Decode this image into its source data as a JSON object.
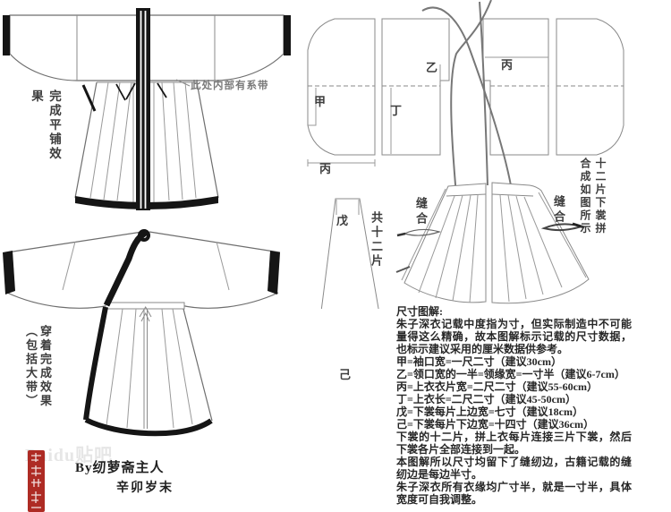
{
  "left": {
    "flat_label": "完成平铺效果",
    "flat_annotation": "此处内部有系带",
    "worn_label": "穿着完成效果（包括大带）",
    "signature_by": "By纫萝斋主人",
    "signature_date": "辛卯岁末",
    "watermark": "Baidu贴吧"
  },
  "pattern": {
    "label_jia": "甲",
    "label_yi": "乙",
    "label_bing_top": "丙",
    "label_bing_bottom": "丙",
    "label_ding": "丁",
    "label_wu": "戊",
    "label_ji": "己",
    "skirt_count": "共十二片",
    "sew_left": "缝合",
    "sew_right": "缝合",
    "assembly_note": "十二片下裳拼合成如图所示"
  },
  "size_guide": {
    "title": "尺寸图解:",
    "paragraphs": [
      "朱子深衣记载中度指为寸，但实际制造中不可能量得这么精确，故本图解标示记载的尺寸数据，也标示建议采用的厘米数据供参考。",
      "甲=袖口宽=一尺二寸（建议30cm）",
      "乙=领口宽的一半=领缘宽=一寸半（建议6-7cm）",
      "丙=上衣衣片宽=二尺二寸（建议55-60cm）",
      "丁=上衣长=二尺二寸（建议45-50cm）",
      "戊=下裳每片上边宽=七寸（建议18cm）",
      "己=下裳每片下边宽=十四寸（建议36cm）",
      "下裳的十二片，拼上衣每片连接三片下裳，然后下裳各片全部连接到一起。",
      "本图解所以尺寸均留下了缝纫边，古籍记载的缝纫边是每边半寸。",
      "朱子深衣所有衣缘均广寸半，就是一寸半，具体宽度可自我调整。"
    ]
  },
  "colors": {
    "seal_red": "#ae2b24",
    "line_gray": "#8a8a8a",
    "ink_black": "#1a1a1a"
  }
}
